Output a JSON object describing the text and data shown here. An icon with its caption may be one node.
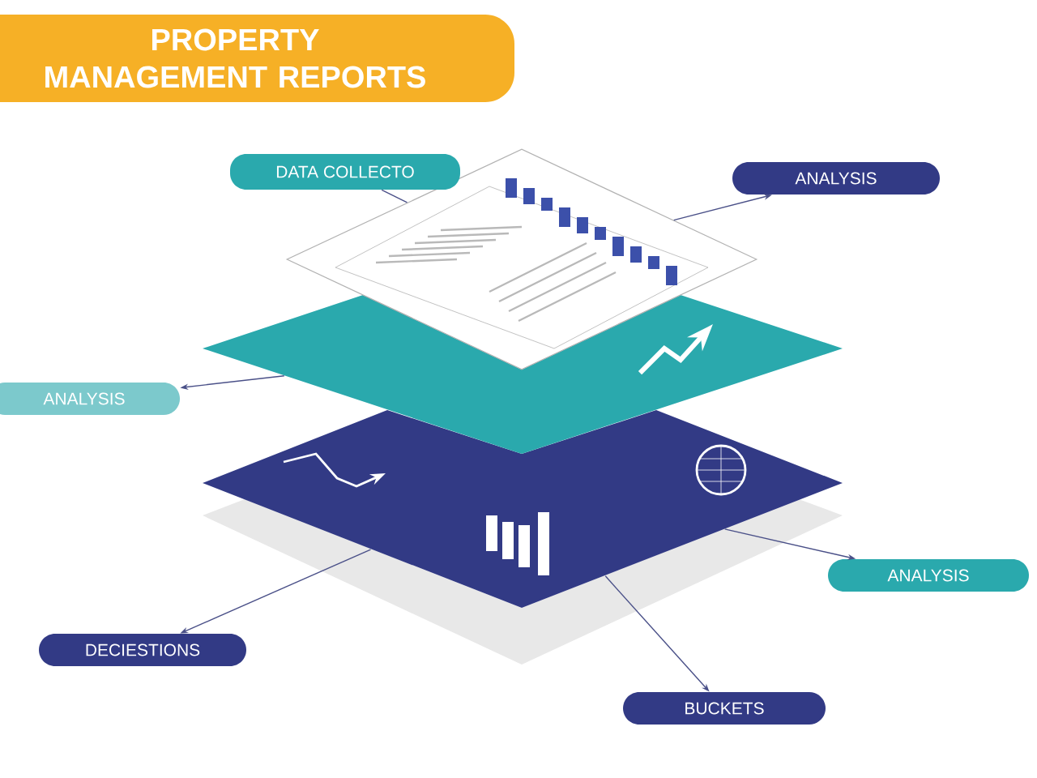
{
  "diagram": {
    "title": "PROPERTY MANAGEMENT REPORTS",
    "nodes": [
      {
        "text": [
          "DATA COLLECTO"
        ]
      },
      {
        "text": [
          "ANALYSIS"
        ]
      },
      {
        "text": [],
        "shape": "picture"
      },
      {
        "text": [],
        "shape": "diamond"
      },
      {
        "text": [
          "ANALYSIS"
        ]
      },
      {
        "text": [],
        "shape": "diamond"
      },
      {
        "text": [
          "ANALYSIS"
        ]
      },
      {
        "text": [
          "DECIESTIONS"
        ]
      },
      {
        "text": [
          "BUCKETS"
        ]
      }
    ],
    "edges": [
      {
        "from": 0,
        "to": 2,
        "arrow": "none"
      },
      {
        "from": 2,
        "to": 1,
        "arrow": "to"
      },
      {
        "from": 3,
        "to": 4,
        "arrow": "to"
      },
      {
        "from": 5,
        "to": 6,
        "arrow": "to"
      },
      {
        "from": 5,
        "to": 7,
        "arrow": "to"
      },
      {
        "from": 5,
        "to": 8,
        "arrow": "to"
      }
    ]
  }
}
